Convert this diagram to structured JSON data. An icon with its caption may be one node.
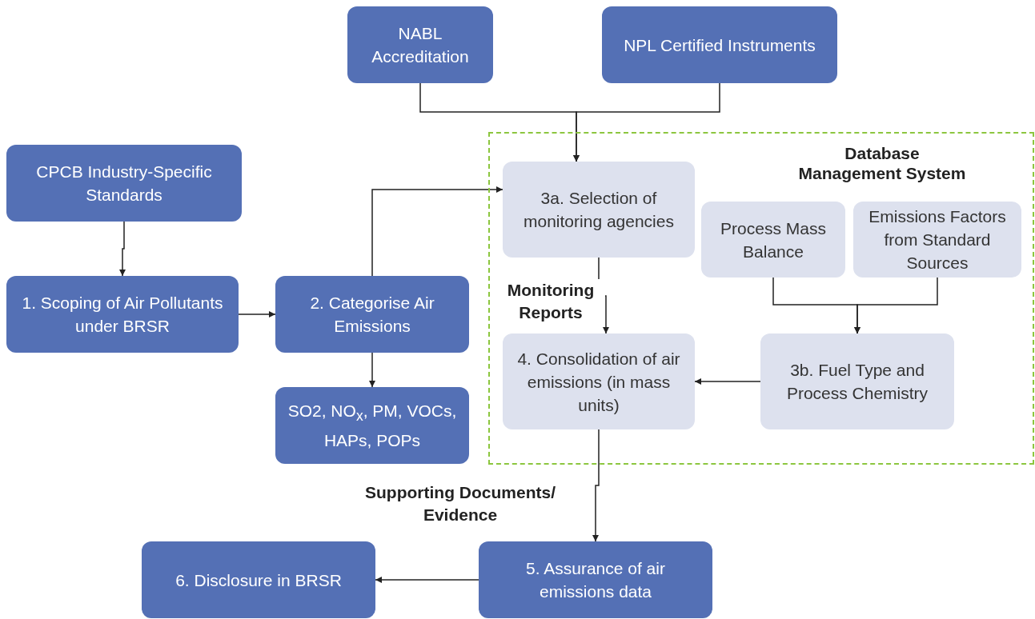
{
  "diagram": {
    "nodes": [
      {
        "text": [
          "NABL Accreditation"
        ]
      },
      {
        "text": [
          "NPL Certified Instruments"
        ]
      },
      {
        "text": [
          "CPCB Industry-Specific Standards"
        ]
      },
      {
        "text": [
          "1. Scoping of Air Pollutants under BRSR"
        ]
      },
      {
        "text": [
          "2. Categorise Air Emissions"
        ]
      },
      {
        "text": [
          "SO2, NO$_{x}$, PM, VOCs, HAPs, POPs"
        ]
      },
      {
        "text": [
          "Database Management System"
        ]
      },
      {
        "text": [
          "3a. Selection of monitoring agencies"
        ],
        "in": 6
      },
      {
        "text": [
          "Process Mass Balance"
        ],
        "in": 6
      },
      {
        "text": [
          "Emissions Factors from Standard Sources"
        ],
        "in": 6
      },
      {
        "text": [
          "3b. Fuel Type and Process Chemistry"
        ],
        "in": 6
      },
      {
        "text": [
          "4. Consolidation of air emissions (in mass units)"
        ],
        "in": 6
      },
      {
        "text": [
          "5. Assurance of air emissions data"
        ]
      },
      {
        "text": [
          "6. Disclosure in BRSR"
        ]
      }
    ],
    "edges": [
      {
        "from": 0,
        "to": 7,
        "arrow": "to"
      },
      {
        "from": 1,
        "to": 7,
        "arrow": "to"
      },
      {
        "from": 2,
        "to": 3,
        "arrow": "to"
      },
      {
        "from": 3,
        "to": 4,
        "arrow": "to"
      },
      {
        "from": 4,
        "to": 7,
        "arrow": "to"
      },
      {
        "from": 4,
        "to": 5,
        "arrow": "to"
      },
      {
        "from": 7,
        "to": 11,
        "arrow": "to",
        "label": "Monitoring Reports"
      },
      {
        "from": 8,
        "to": 10,
        "arrow": "to"
      },
      {
        "from": 9,
        "to": 10,
        "arrow": "to"
      },
      {
        "from": 10,
        "to": 11,
        "arrow": "to"
      },
      {
        "from": 11,
        "to": 12,
        "arrow": "to",
        "label": "Supporting Documents/ Evidence"
      },
      {
        "from": 12,
        "to": 13,
        "arrow": "to"
      }
    ]
  }
}
